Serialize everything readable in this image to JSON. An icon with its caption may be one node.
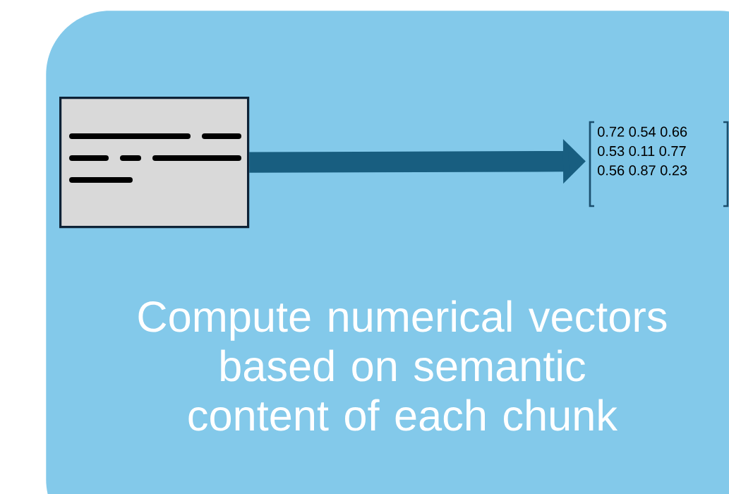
{
  "diagram": {
    "nodes": [
      {
        "text": [
          "Compute numerical vectors based on semantic content of each chunk"
        ]
      },
      {
        "text": [],
        "shape": "picture",
        "in": 0
      },
      {
        "text": [
          "0.72 0.54 0.66",
          "0.53 0.11 0.77",
          "0.56 0.87 0.23"
        ],
        "in": 0
      }
    ],
    "edges": [
      {
        "from": 1,
        "to": 2,
        "arrow": "to"
      }
    ]
  }
}
